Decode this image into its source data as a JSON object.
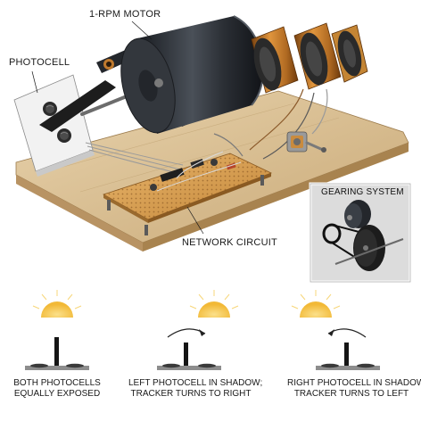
{
  "labels": {
    "motor": "1-RPM MOTOR",
    "photocell": "PHOTOCELL",
    "network_circuit": "NETWORK CIRCUIT",
    "gearing_system": "GEARING SYSTEM"
  },
  "states": [
    {
      "line1": "BOTH PHOTOCELLS",
      "line2": "EQUALLY EXPOSED"
    },
    {
      "line1": "LEFT PHOTOCELL IN SHADOW;",
      "line2": "TRACKER TURNS TO RIGHT"
    },
    {
      "line1": "RIGHT PHOTOCELL IN SHADOW;",
      "line2": "TRACKER TURNS TO LEFT"
    }
  ],
  "colors": {
    "wood": "#dcc39a",
    "motor_body": "#2b2f36",
    "coil_copper": "#c27a2a",
    "circuit_board": "#d9a055",
    "sun": "#f5c94a",
    "inset_bg": "#dcdcdc"
  },
  "icons": [
    "sun-icon",
    "curved-arrow-icon",
    "photocell-icon"
  ]
}
